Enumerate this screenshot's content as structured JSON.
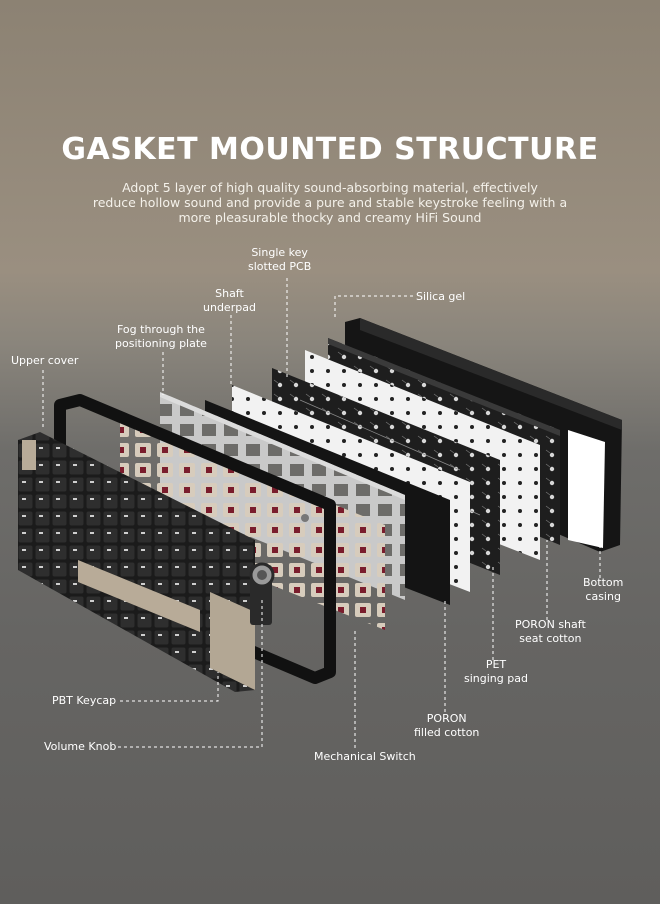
{
  "header": {
    "title": "GASKET MOUNTED STRUCTURE",
    "subtitle_lines": [
      "Adopt 5 layer of high quality sound-absorbing material, effectively",
      "reduce hollow sound and provide a pure and stable keystroke feeling with a",
      "more pleasurable thocky and creamy HiFi Sound"
    ]
  },
  "labels": {
    "single_key_pcb": [
      "Single key",
      "slotted PCB"
    ],
    "silica_gel": [
      "Silica gel"
    ],
    "shaft_underpad": [
      "Shaft",
      "underpad"
    ],
    "fog_plate": [
      "Fog through the",
      "positioning plate"
    ],
    "upper_cover": [
      "Upper cover"
    ],
    "bottom_casing": [
      "Bottom",
      "casing"
    ],
    "poron_shaft": [
      "PORON shaft",
      "seat cotton"
    ],
    "pet_pad": [
      "PET",
      "singing pad"
    ],
    "poron_filled": [
      "PORON",
      "filled cotton"
    ],
    "pbt_keycap": [
      "PBT Keycap"
    ],
    "volume_knob": [
      "Volume Knob"
    ],
    "mechanical_switch": [
      "Mechanical Switch"
    ]
  },
  "colors": {
    "background_top": "#8c8273",
    "background_bottom": "#5f5e5c",
    "text": "#ffffff",
    "keycap_dark": "#2b2b2b",
    "keycap_beige": "#bfb3a2",
    "switch_red": "#7a1d2c",
    "plate_grey": "#c8c8c8",
    "case_black": "#151515"
  }
}
